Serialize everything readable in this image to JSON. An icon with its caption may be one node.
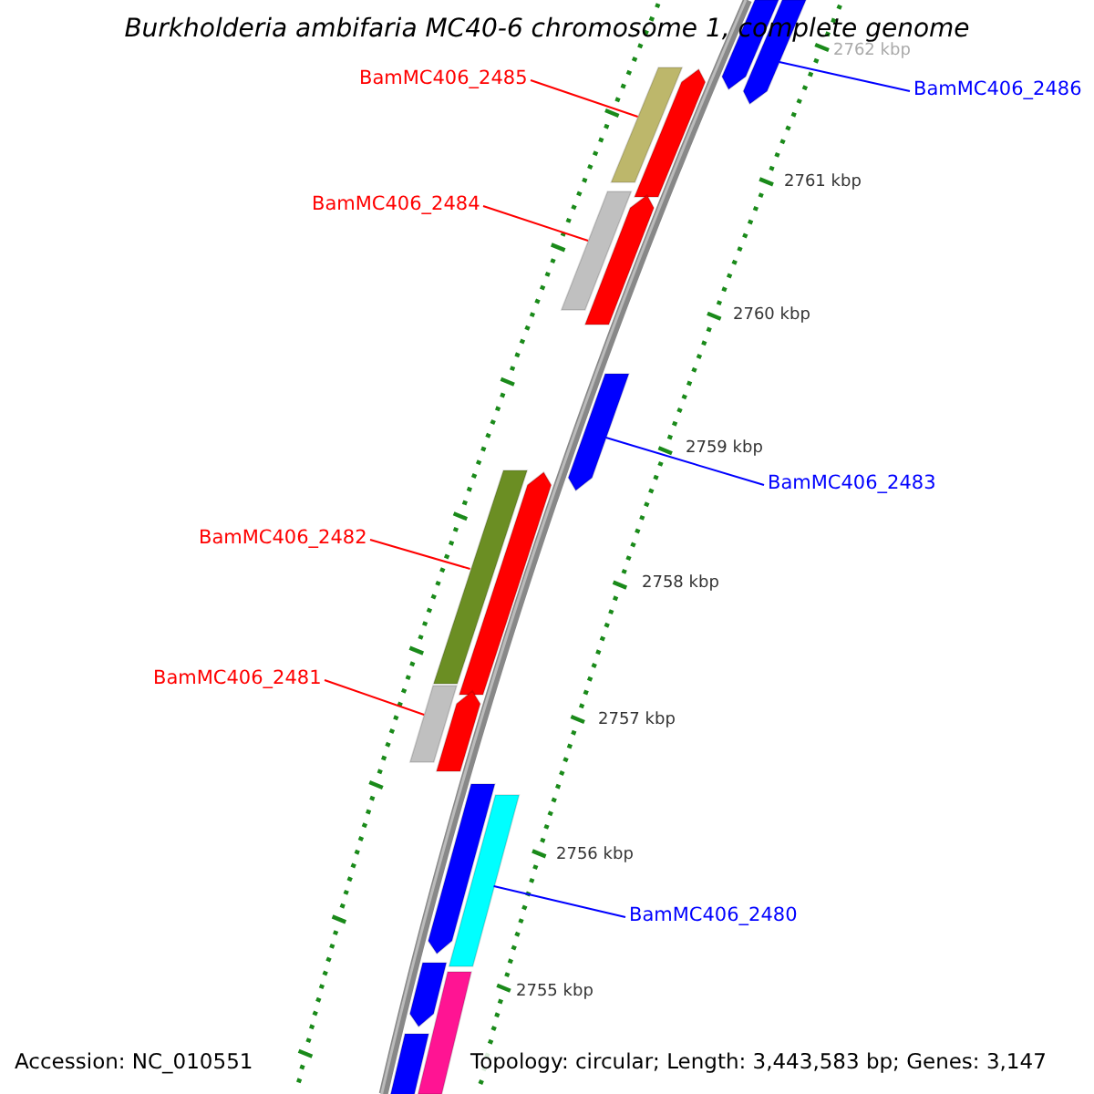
{
  "diagram": {
    "title": "Burkholderia ambifaria MC40-6 chromosome 1, complete genome",
    "nodes": [
      {
        "text": [],
        "shape": "arrow"
      },
      {
        "text": [],
        "shape": "arrow"
      },
      {
        "text": [
          "BamMC406_2485"
        ]
      },
      {
        "text": [],
        "shape": "bar"
      },
      {
        "text": [],
        "shape": "arrow"
      },
      {
        "text": [
          "BamMC406_2486"
        ]
      },
      {
        "text": [
          "BamMC406_2484"
        ]
      },
      {
        "text": [],
        "shape": "bar"
      },
      {
        "text": [],
        "shape": "arrow"
      },
      {
        "text": [],
        "shape": "arrow"
      },
      {
        "text": [
          "BamMC406_2483"
        ]
      },
      {
        "text": [],
        "shape": "bar"
      },
      {
        "text": [],
        "shape": "arrow"
      },
      {
        "text": [
          "BamMC406_2482"
        ]
      },
      {
        "text": [
          "BamMC406_2481"
        ]
      },
      {
        "text": [],
        "shape": "bar"
      },
      {
        "text": [],
        "shape": "arrow"
      },
      {
        "text": [],
        "shape": "arrow"
      },
      {
        "text": [],
        "shape": "bar"
      },
      {
        "text": [
          "BamMC406_2480"
        ]
      },
      {
        "text": [],
        "shape": "arrow"
      },
      {
        "text": [],
        "shape": "bar"
      },
      {
        "text": [],
        "shape": "arrow"
      }
    ],
    "edges": [
      {
        "from": 2,
        "to": 3,
        "arrow": "none"
      },
      {
        "from": 5,
        "to": 1,
        "arrow": "none",
        "color": "#0000ff"
      },
      {
        "from": 6,
        "to": 7,
        "arrow": "none"
      },
      {
        "from": 10,
        "to": 9,
        "arrow": "none",
        "color": "#0000ff"
      },
      {
        "from": 13,
        "to": 11,
        "arrow": "none"
      },
      {
        "from": 14,
        "to": 15,
        "arrow": "none"
      },
      {
        "from": 19,
        "to": 18,
        "arrow": "none",
        "color": "#0000ff"
      }
    ],
    "labels": [
      "2762 kbp",
      "2761 kbp",
      "2760 kbp",
      "2759 kbp",
      "2758 kbp",
      "2757 kbp",
      "2756 kbp",
      "2755 kbp",
      "Accession: NC_010551",
      "Topology: circular; Length: 3,443,583 bp; Genes: 3,147"
    ]
  }
}
